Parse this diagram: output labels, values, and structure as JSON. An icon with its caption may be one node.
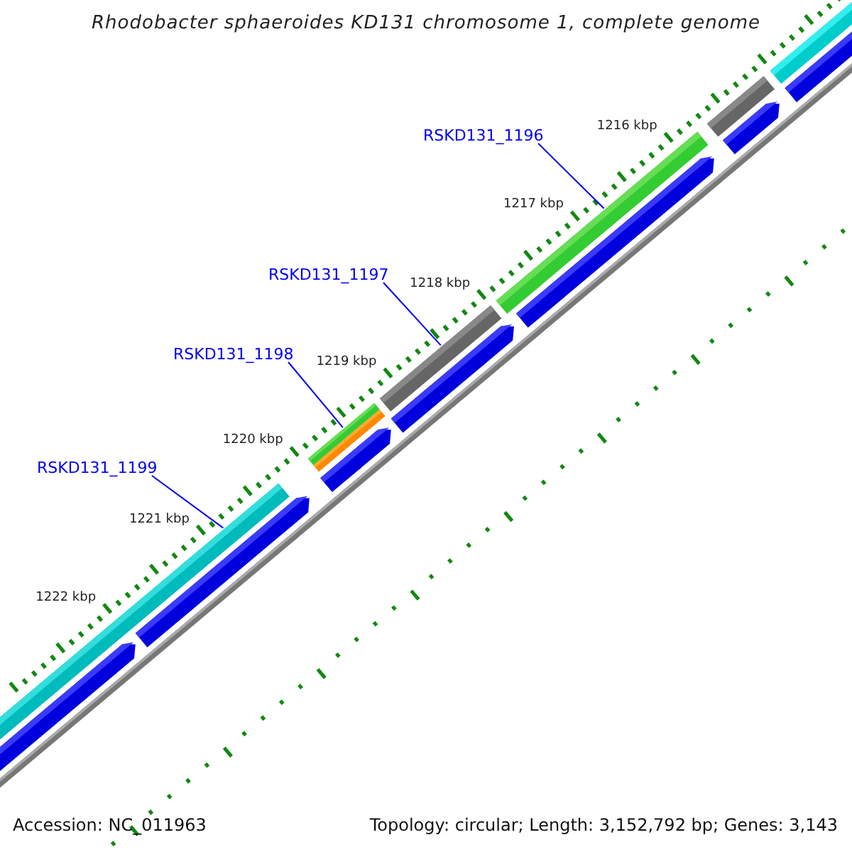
{
  "diagram": {
    "title": "Rhodobacter sphaeroides KD131 chromosome 1, complete genome",
    "nodes": [
      {
        "text": [
          "RSKD131_1196"
        ]
      },
      {
        "text": [],
        "shape": "bar"
      },
      {
        "text": [
          "RSKD131_1197"
        ]
      },
      {
        "text": [],
        "shape": "bar"
      },
      {
        "text": [
          "RSKD131_1198"
        ]
      },
      {
        "text": [],
        "shape": "bar"
      },
      {
        "text": [
          "RSKD131_1199"
        ]
      },
      {
        "text": [],
        "shape": "bar"
      }
    ],
    "edges": [
      {
        "from": 0,
        "to": 1,
        "arrow": "none"
      },
      {
        "from": 2,
        "to": 3,
        "arrow": "none"
      },
      {
        "from": 4,
        "to": 5,
        "arrow": "none"
      },
      {
        "from": 6,
        "to": 7,
        "arrow": "none"
      }
    ],
    "labels": [
      "1216 kbp",
      "1217 kbp",
      "1218 kbp",
      "1219 kbp",
      "1220 kbp",
      "1221 kbp",
      "1222 kbp",
      "Accession: NC_011963",
      "Topology: circular; Length: 3,152,792 bp; Genes: 3,143"
    ]
  }
}
